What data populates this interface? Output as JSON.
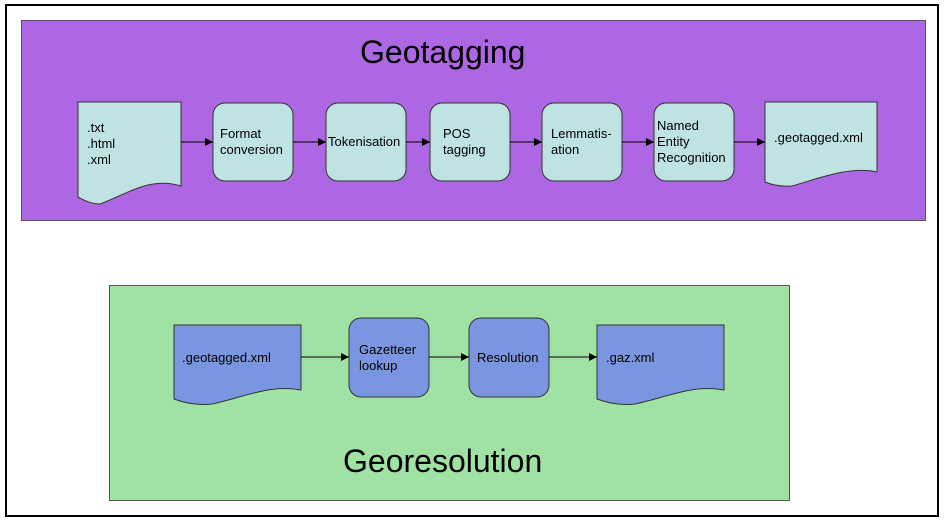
{
  "geotagging": {
    "title": "Geotagging",
    "steps": {
      "input_doc": ".txt\n.html\n.xml",
      "format_conversion": "Format\nconversion",
      "tokenisation": "Tokenisation",
      "pos_tagging": "POS\ntagging",
      "lemmatisation": "Lemmatis-\nation",
      "ner": "Named\nEntity\nRecognition",
      "output_doc": ".geotagged.xml"
    }
  },
  "georesolution": {
    "title": "Georesolution",
    "steps": {
      "input_doc": ".geotagged.xml",
      "gazetteer_lookup": "Gazetteer\nlookup",
      "resolution": "Resolution",
      "output_doc": ".gaz.xml"
    }
  },
  "colors": {
    "geotagging_panel": "#ad67e3",
    "georesolution_panel": "#a0e2a3",
    "geotagging_nodes": "#bfe3e3",
    "georesolution_nodes": "#7b96e0"
  }
}
